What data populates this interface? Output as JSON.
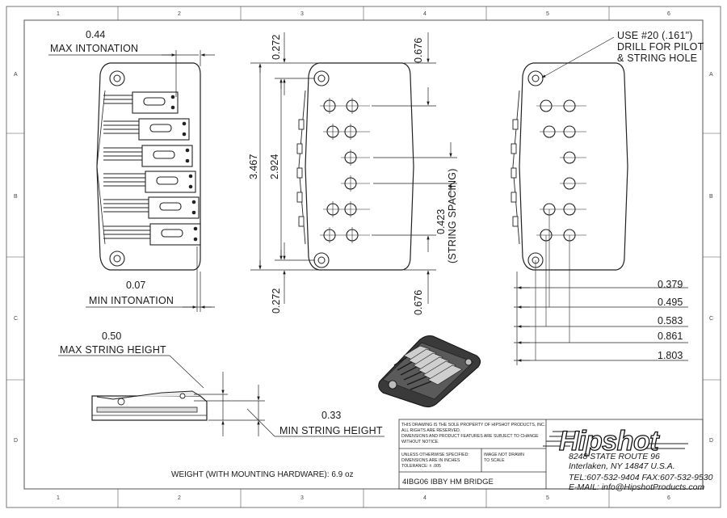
{
  "border": {
    "columns": [
      "1",
      "2",
      "3",
      "4",
      "5",
      "6"
    ],
    "rows": [
      "A",
      "B",
      "C",
      "D"
    ]
  },
  "view1": {
    "max_intonation_value": "0.44",
    "max_intonation_label": "MAX INTONATION",
    "min_intonation_value": "0.07",
    "min_intonation_label": "MIN INTONATION"
  },
  "view2": {
    "dim_top_left": "0.272",
    "dim_bottom_left": "0.272",
    "dim_overall": "3.467",
    "dim_holes": "2.924",
    "dim_top_right": "0.676",
    "dim_bottom_right": "0.676",
    "string_spacing_value": "0.423",
    "string_spacing_label": "(STRING SPACING)"
  },
  "view3": {
    "note_line1": "USE #20 (.161\")",
    "note_line2": "DRILL FOR PILOT",
    "note_line3": "& STRING HOLE",
    "dims": [
      "0.379",
      "0.495",
      "0.583",
      "0.861",
      "1.803"
    ]
  },
  "side_view": {
    "max_height_value": "0.50",
    "max_height_label": "MAX STRING HEIGHT",
    "min_height_value": "0.33",
    "min_height_label": "MIN STRING HEIGHT"
  },
  "title_block": {
    "ownership_line1": "THIS DRAWING IS THE SOLE PROPERTY OF HIPSHOT PRODUCTS, INC.",
    "ownership_line2": "ALL RIGHTS ARE RESERVED.",
    "ownership_line3": "DIMENSIONS AND PRODUCT FEATURES ARE SUBJECT TO CHANGE",
    "ownership_line4": "WITHOUT NOTICE.",
    "units_line1": "UNLESS OTHERWISE SPECIFIED:",
    "units_line2": "DIMENSIONS ARE IN INCHES",
    "units_line3": "TOLERANCE: ± .005",
    "scale_line1": "IMAGE NOT DRAWN",
    "scale_line2": "TO SCALE",
    "part_name": "4IBG06 IBBY HM BRIDGE",
    "logo": "Hipshot",
    "address1": "8248 STATE ROUTE 96",
    "address2": "Interlaken, NY 14847 U.S.A.",
    "phone": "TEL:607-532-9404 FAX:607-532-9530",
    "email": "E-MAIL: info@HipshotProducts.com"
  },
  "weight": "WEIGHT (WITH MOUNTING HARDWARE): 6.9 oz"
}
